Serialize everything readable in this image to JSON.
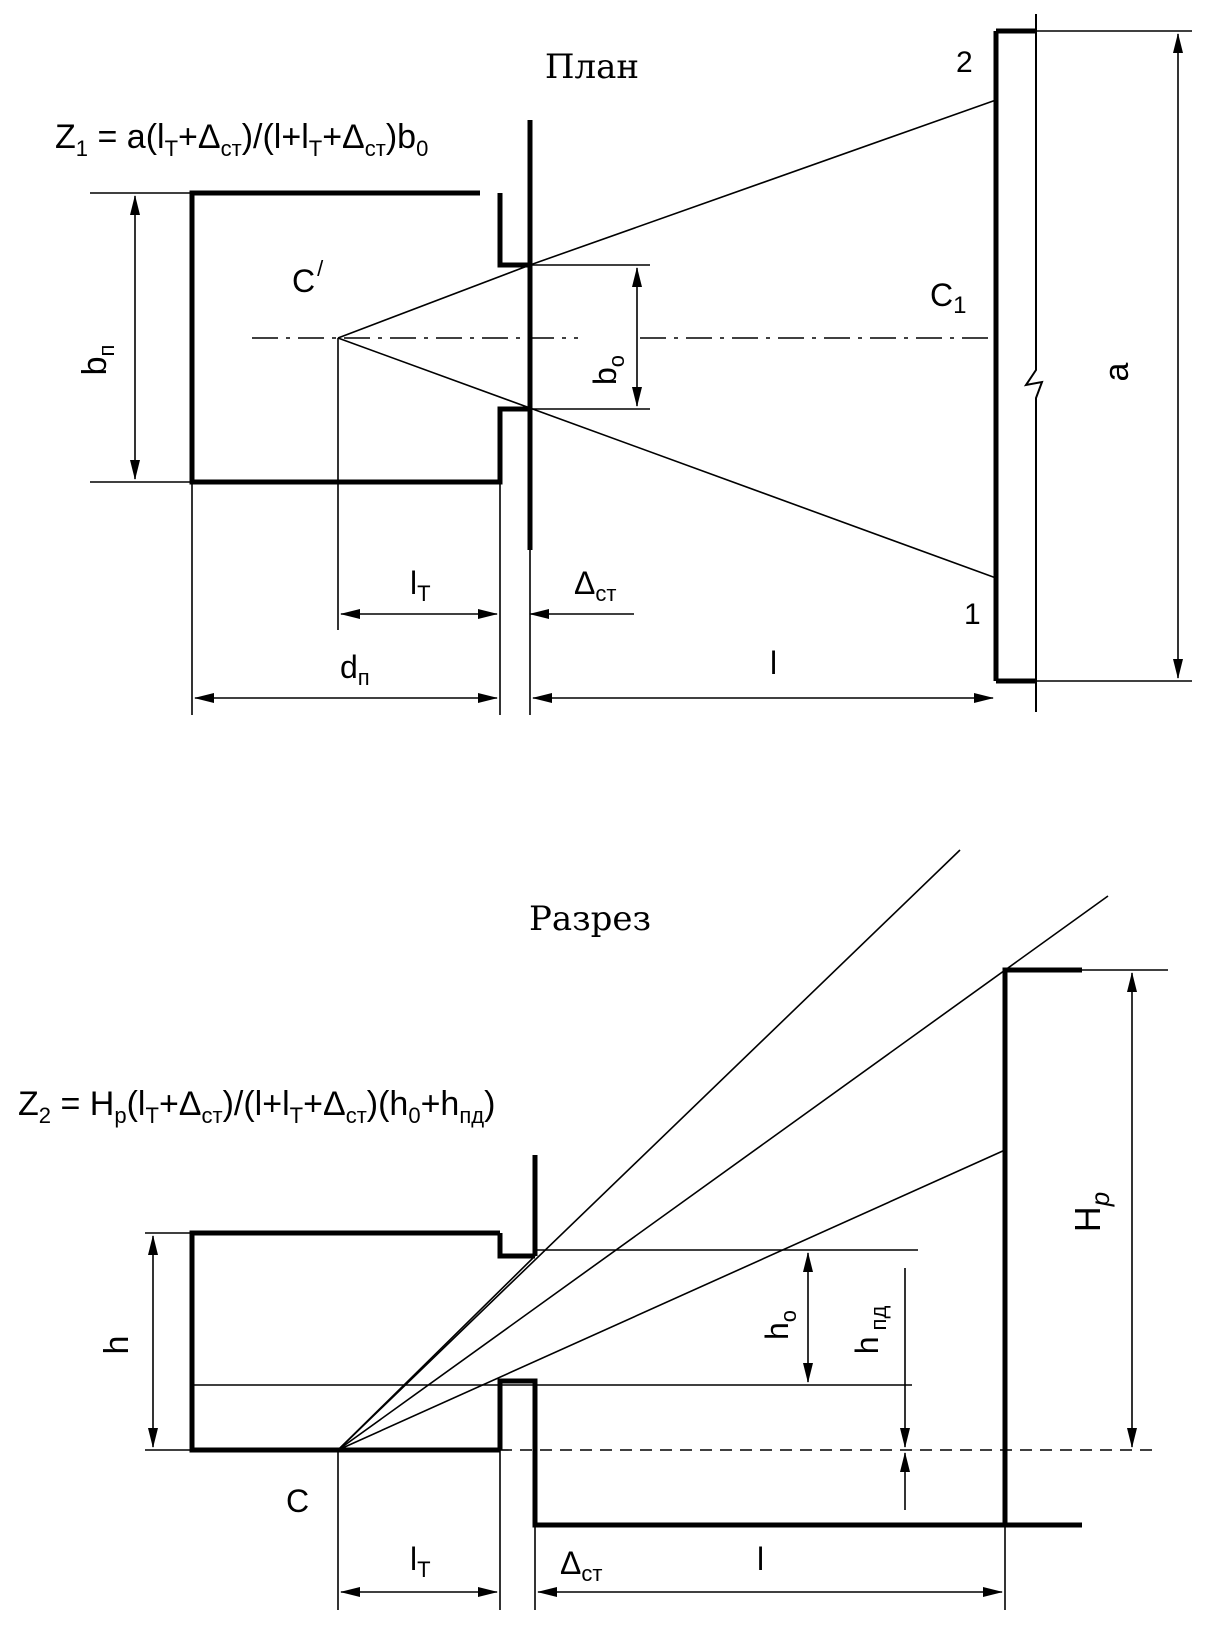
{
  "plan": {
    "title": "План",
    "formula": {
      "pre": "Z",
      "sub1": "1",
      "mid1": " = a(l",
      "sub2": "Т",
      "mid2": "+Δ",
      "sub3": "ст",
      "mid3": ")/(l+l",
      "sub4": "Т",
      "mid4": "+Δ",
      "sub5": "ст",
      "mid5": ")b",
      "sub6": "0"
    },
    "labels": {
      "c_prime": "C",
      "c_prime_mark": "/",
      "c1": "C",
      "c1_sub": "1",
      "point_1": "1",
      "point_2": "2",
      "b_n": "b",
      "b_n_sub": "п",
      "b_o": "b",
      "b_o_sub": "o",
      "a": "a",
      "l_t": "l",
      "l_t_sub": "Т",
      "delta_st": "Δ",
      "delta_st_sub": "ст",
      "d_n": "d",
      "d_n_sub": "п",
      "l": "l"
    }
  },
  "section": {
    "title": "Разрез",
    "formula": {
      "pre": "Z",
      "sub1": "2",
      "mid1": " = H",
      "sub2": "р",
      "mid2": "(l",
      "sub3": "Т",
      "mid3": "+Δ",
      "sub4": "ст",
      "mid4": ")/(l+l",
      "sub5": "Т",
      "mid5": "+Δ",
      "sub6": "ст",
      "mid6": ")(h",
      "sub7": "0",
      "mid7": "+h",
      "sub8": "пд",
      "mid8": ")"
    },
    "labels": {
      "c": "C",
      "h": "h",
      "h_o": "h",
      "h_o_sub": "o",
      "h_pd": "h",
      "h_pd_sub": "пд",
      "h_p": "H",
      "h_p_sub": "p",
      "l_t": "l",
      "l_t_sub": "Т",
      "delta_st": "Δ",
      "delta_st_sub": "ст",
      "l": "l"
    }
  }
}
